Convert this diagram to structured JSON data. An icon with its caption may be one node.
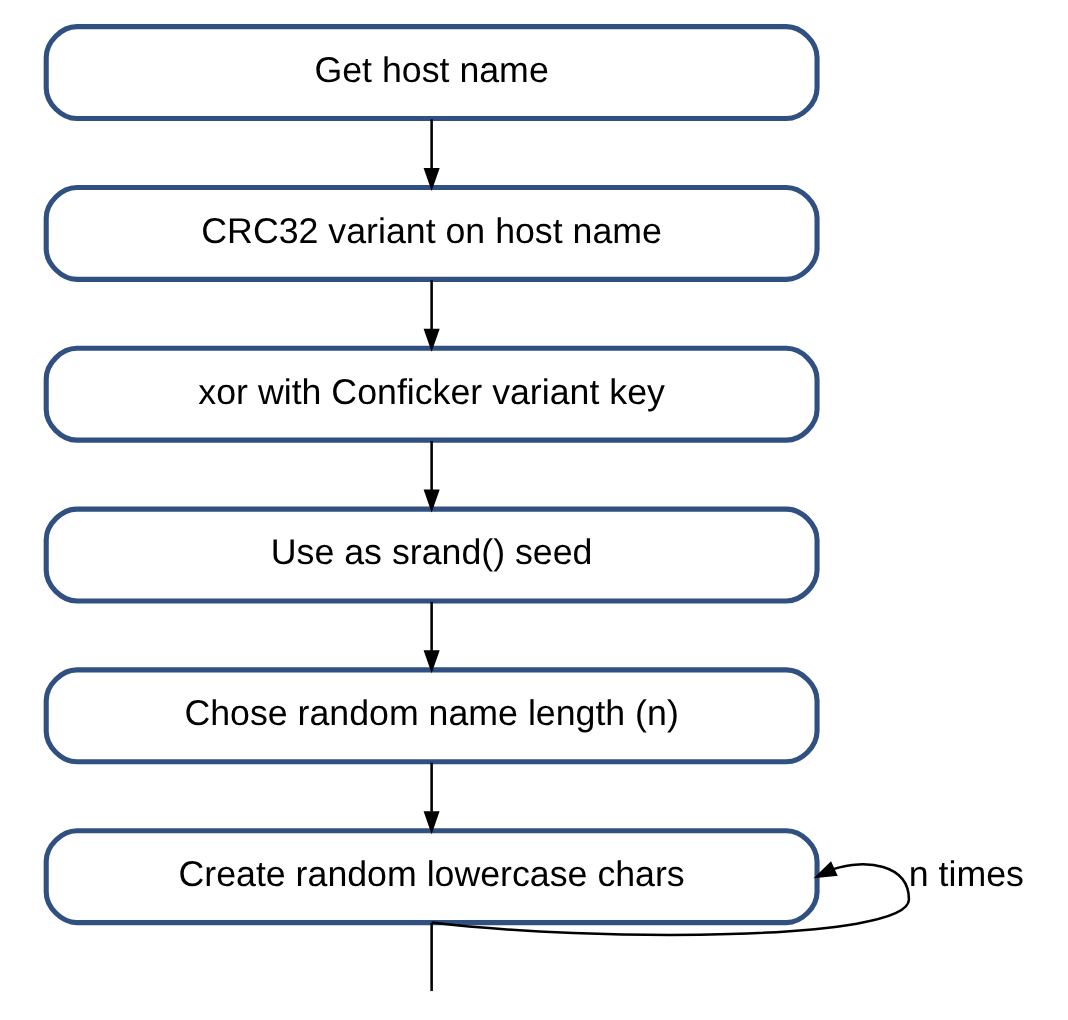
{
  "diagram": {
    "nodes": [
      {
        "text": [
          "Get host name"
        ]
      },
      {
        "text": [
          "CRC32 variant on host name"
        ]
      },
      {
        "text": [
          "xor with Conficker variant key"
        ]
      },
      {
        "text": [
          "Use as srand() seed"
        ]
      },
      {
        "text": [
          "Chose random name length (n)"
        ]
      },
      {
        "text": [
          "Create random lowercase chars"
        ]
      }
    ],
    "edges": [
      {
        "from": 0,
        "to": 1,
        "arrow": "to"
      },
      {
        "from": 1,
        "to": 2,
        "arrow": "to"
      },
      {
        "from": 2,
        "to": 3,
        "arrow": "to"
      },
      {
        "from": 3,
        "to": 4,
        "arrow": "to"
      },
      {
        "from": 4,
        "to": 5,
        "arrow": "to"
      },
      {
        "from": 5,
        "to": 5,
        "arrow": "to",
        "label": "n times"
      },
      {
        "from": 5,
        "to": null,
        "arrow": "none"
      }
    ]
  }
}
